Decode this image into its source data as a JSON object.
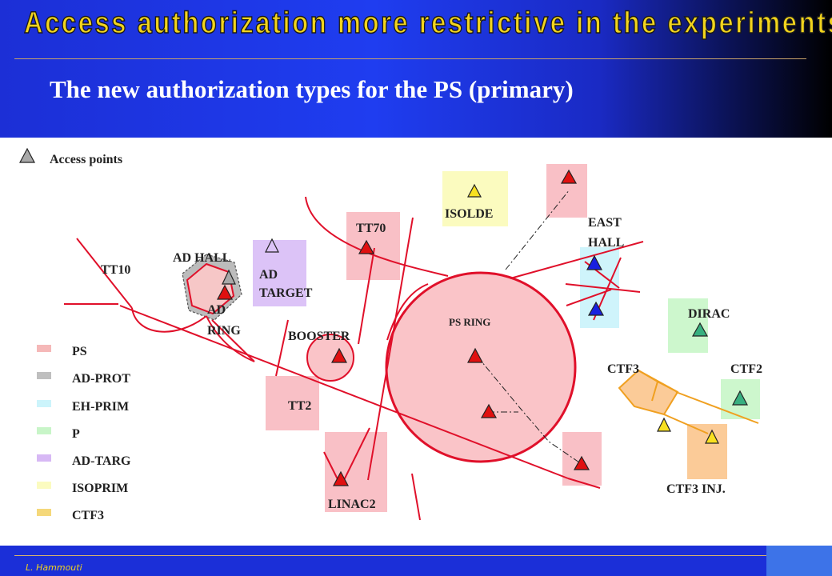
{
  "header": {
    "title": "Access authorization more restrictive in the experiments",
    "subtitle": "The new authorization types  for the PS (primary)"
  },
  "footer": {
    "author": "L. Hammouti"
  },
  "access_points_label": "Access points",
  "labels": {
    "tt10": "TT10",
    "ad_hall": "AD HALL",
    "ad_target_1": "AD",
    "ad_target_2": "TARGET",
    "ad_ring_1": "AD",
    "ad_ring_2": "RING",
    "tt70": "TT70",
    "isolde": "ISOLDE",
    "east_hall_1": "EAST",
    "east_hall_2": "HALL",
    "ps_ring": "PS RING",
    "booster": "BOOSTER",
    "dirac": "DIRAC",
    "ctf3": "CTF3",
    "ctf2": "CTF2",
    "tt2": "TT2",
    "linac2": "LINAC2",
    "ctf3_inj": "CTF3 INJ."
  },
  "legend": [
    {
      "label": "PS",
      "color": "#f5b8b8"
    },
    {
      "label": "AD-PROT",
      "color": "#bfbfbf"
    },
    {
      "label": "EH-PRIM",
      "color": "#ccf4fb"
    },
    {
      "label": "P",
      "color": "#c8f5c8"
    },
    {
      "label": "AD-TARG",
      "color": "#d7b8f5"
    },
    {
      "label": "ISOPRIM",
      "color": "#fbfbc0"
    },
    {
      "label": "CTF3",
      "color": "#f5d87a"
    }
  ],
  "colors": {
    "beamline": "#e0102a",
    "ps_zone": "#f9c0c6",
    "eh_zone": "#cff4fb",
    "p_zone": "#cdf7cd",
    "adtarg_zone": "#dcc3f7",
    "isoprim_zone": "#fbfbbf",
    "ctf3_zone": "#fbcb98",
    "ctf3_line": "#f0a020",
    "marker_red": "#e01010",
    "marker_blue": "#1820e0",
    "marker_green": "#38b080",
    "marker_yellow": "#f8e020",
    "marker_gray": "#a8a8a8"
  }
}
